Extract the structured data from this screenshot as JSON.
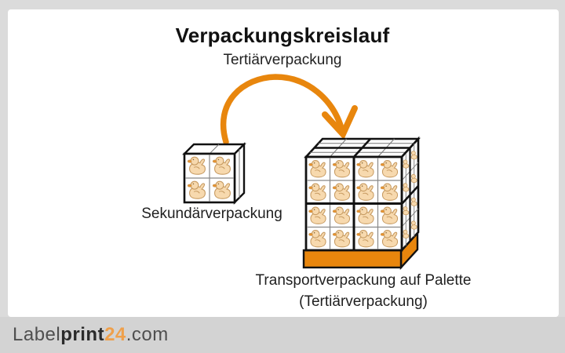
{
  "header": {
    "title": "Verpackungskreislauf",
    "subtitle": "Tertiärverpackung"
  },
  "diagram": {
    "secondary_label": "Sekundärverpackung",
    "tertiary_label_line1": "Transportverpackung auf Palette",
    "tertiary_label_line2": "(Tertiärverpackung)",
    "icons": {
      "arrow": "curved-arrow-icon",
      "duck": "rubber-duck-icon",
      "secondary_box": "secondary-package-box",
      "pallet": "pallet-with-boxes"
    }
  },
  "footer": {
    "logo": {
      "part_label": "Label",
      "part_print": "print",
      "part_number": "24",
      "part_tld": ".com"
    }
  },
  "colors": {
    "accent_orange": "#E8860D",
    "duck_fill": "#F7D9AE",
    "duck_outline": "#C79B62",
    "duck_beak": "#E8922C",
    "frame_gray": "#DBDBDB",
    "footer_gray": "#D3D3D3",
    "text_dark": "#1A1A1A",
    "box_outline": "#111111"
  }
}
